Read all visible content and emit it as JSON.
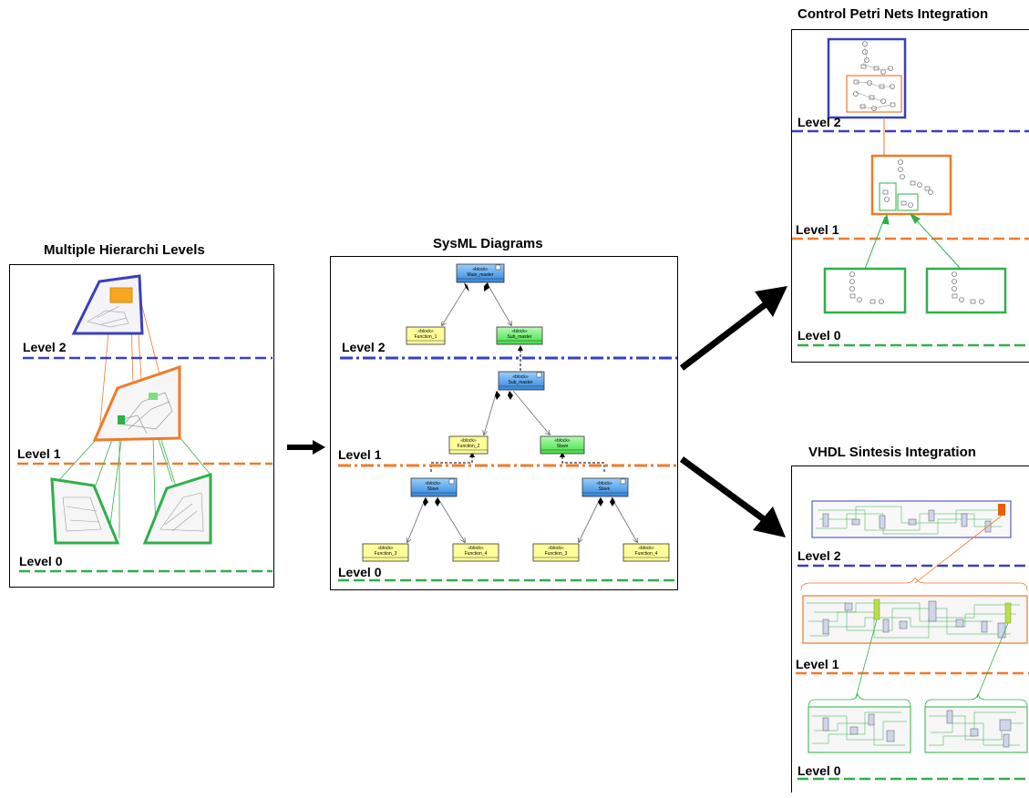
{
  "panels": {
    "hierarchy": {
      "title": "Multiple Hierarchi Levels",
      "levels": [
        "Level 2",
        "Level 1",
        "Level 0"
      ]
    },
    "sysml": {
      "title": "SysML Diagrams",
      "levels": [
        "Level 2",
        "Level 1",
        "Level 0"
      ],
      "stereotype": "«block»",
      "blocks": {
        "main_master": "Main_master",
        "function_1": "Function_1",
        "sub_master_l2": "Sub_master",
        "sub_master_l1": "Sub_master",
        "function_2": "Function_2",
        "slave_l1": "Slave",
        "slave_left": "Slave",
        "slave_right": "Slave",
        "function_3_left": "Function_3",
        "function_4_left": "Function_4",
        "function_3_right": "Function_3",
        "function_4_right": "Function_4"
      }
    },
    "petri": {
      "title": "Control  Petri Nets Integration",
      "levels": [
        "Level 2",
        "Level 1",
        "Level 0"
      ]
    },
    "vhdl": {
      "title": "VHDL Sintesis Integration",
      "levels": [
        "Level 2",
        "Level 1",
        "Level 0"
      ]
    }
  },
  "colors": {
    "level2": "#3a3fbf",
    "level1": "#f07a2a",
    "level0": "#2fb04a",
    "block_blue": "#4aa3f0",
    "block_green": "#5ff05f",
    "block_yellow": "#ffff99"
  }
}
